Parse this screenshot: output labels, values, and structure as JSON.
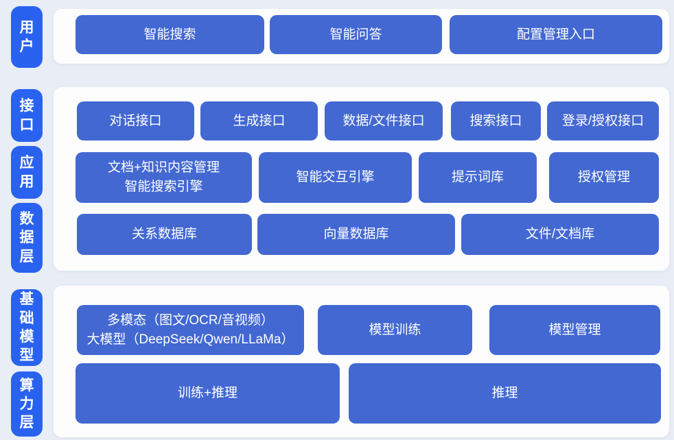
{
  "diagram_title": "AI platform architecture diagram",
  "colors": {
    "background": "#e9edf5",
    "panel": "#fdfdfe",
    "layer_label_blue": "#2a62f0",
    "block_blue": "#4368d2",
    "text_white": "#ffffff"
  },
  "side_labels": {
    "user": "用户",
    "interface": "接口",
    "application": "应用",
    "data_layer": "数据层",
    "base_model": "基础模型",
    "compute_layer": "算力层"
  },
  "user_layer": {
    "smart_search": "智能搜索",
    "smart_qa": "智能问答",
    "config_entry": "配置管理入口"
  },
  "interface_row": {
    "dialog_api": "对话接口",
    "generation_api": "生成接口",
    "data_file_api": "数据/文件接口",
    "search_api": "搜索接口",
    "login_auth_api": "登录/授权接口"
  },
  "application_row": {
    "doc_knowledge_search": "文档+知识内容管理\n智能搜索引擎",
    "interactive_engine": "智能交互引擎",
    "prompt_library": "提示词库",
    "auth_management": "授权管理"
  },
  "data_row": {
    "relational_db": "关系数据库",
    "vector_db": "向量数据库",
    "file_doc_store": "文件/文档库"
  },
  "model_row": {
    "multimodal_llm": "多模态（图文/OCR/音视频）\n大模型（DeepSeek/Qwen/LLaMa）",
    "model_training": "模型训练",
    "model_management": "模型管理"
  },
  "compute_row": {
    "training_inference": "训练+推理",
    "inference": "推理"
  }
}
